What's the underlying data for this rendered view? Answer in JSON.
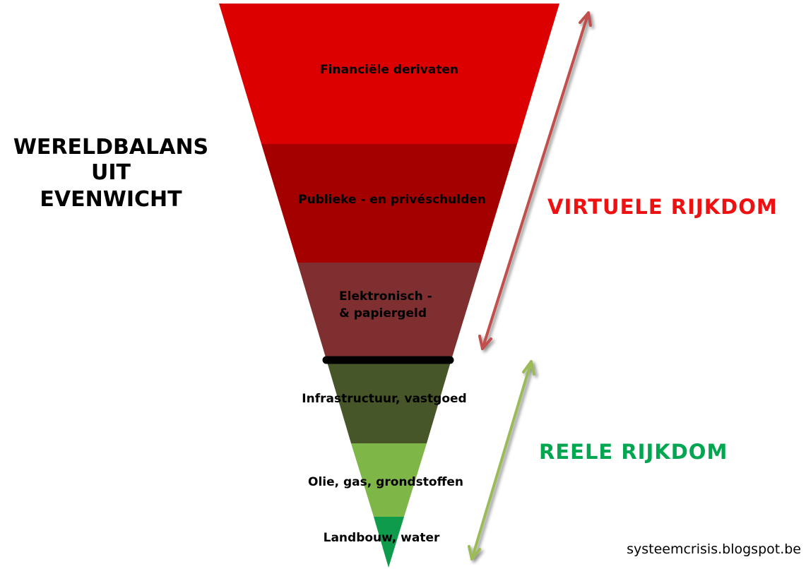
{
  "title": {
    "lines": [
      "WERELDBALANS",
      "UIT",
      "EVENWICHT"
    ]
  },
  "layers": [
    {
      "label": "Financiële derivaten",
      "color": "#dd0000"
    },
    {
      "label": "Publieke - en privéschulden",
      "color": "#a50000"
    },
    {
      "label_lines": [
        "Elektronisch -",
        "& papiergeld"
      ],
      "color": "#7f2f2f"
    },
    {
      "label": "Infrastructuur, vastgoed",
      "color": "#475628"
    },
    {
      "label": "Olie, gas, grondstoffen",
      "color": "#7fb648"
    },
    {
      "label": "Landbouw, water",
      "color": "#0e9b4c"
    }
  ],
  "divider_color": "#000000",
  "virtual": {
    "label": "VIRTUELE  RIJKDOM",
    "color": "#ee1111",
    "arrow_color": "#c0504d"
  },
  "real": {
    "label": "REELE  RIJKDOM",
    "color": "#00a650",
    "arrow_color": "#9bbb59"
  },
  "source": "systeemcrisis.blogspot.be"
}
